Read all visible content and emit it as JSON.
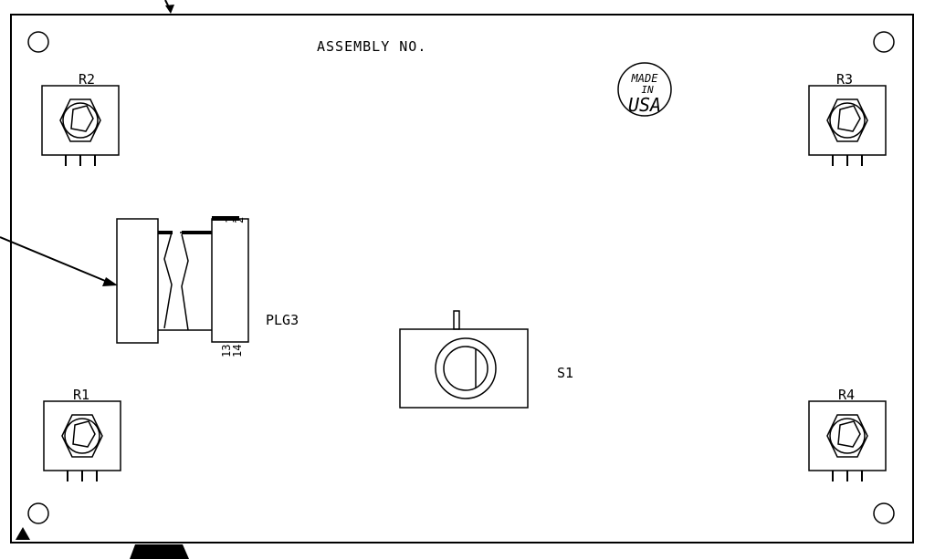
{
  "board": {
    "assembly_label": "ASSEMBLY NO.",
    "made_in": {
      "line1": "MADE",
      "line2": "IN",
      "line3": "USA"
    }
  },
  "components": {
    "r1": {
      "label": "R1"
    },
    "r2": {
      "label": "R2"
    },
    "r3": {
      "label": "R3"
    },
    "r4": {
      "label": "R4"
    },
    "plug": {
      "label": "PLG3",
      "pin_1": "1",
      "pin_2": "2",
      "pin_13": "13",
      "pin_14": "14"
    },
    "switch": {
      "label": "S1"
    }
  },
  "colors": {
    "line": "#000000",
    "background": "#ffffff"
  }
}
